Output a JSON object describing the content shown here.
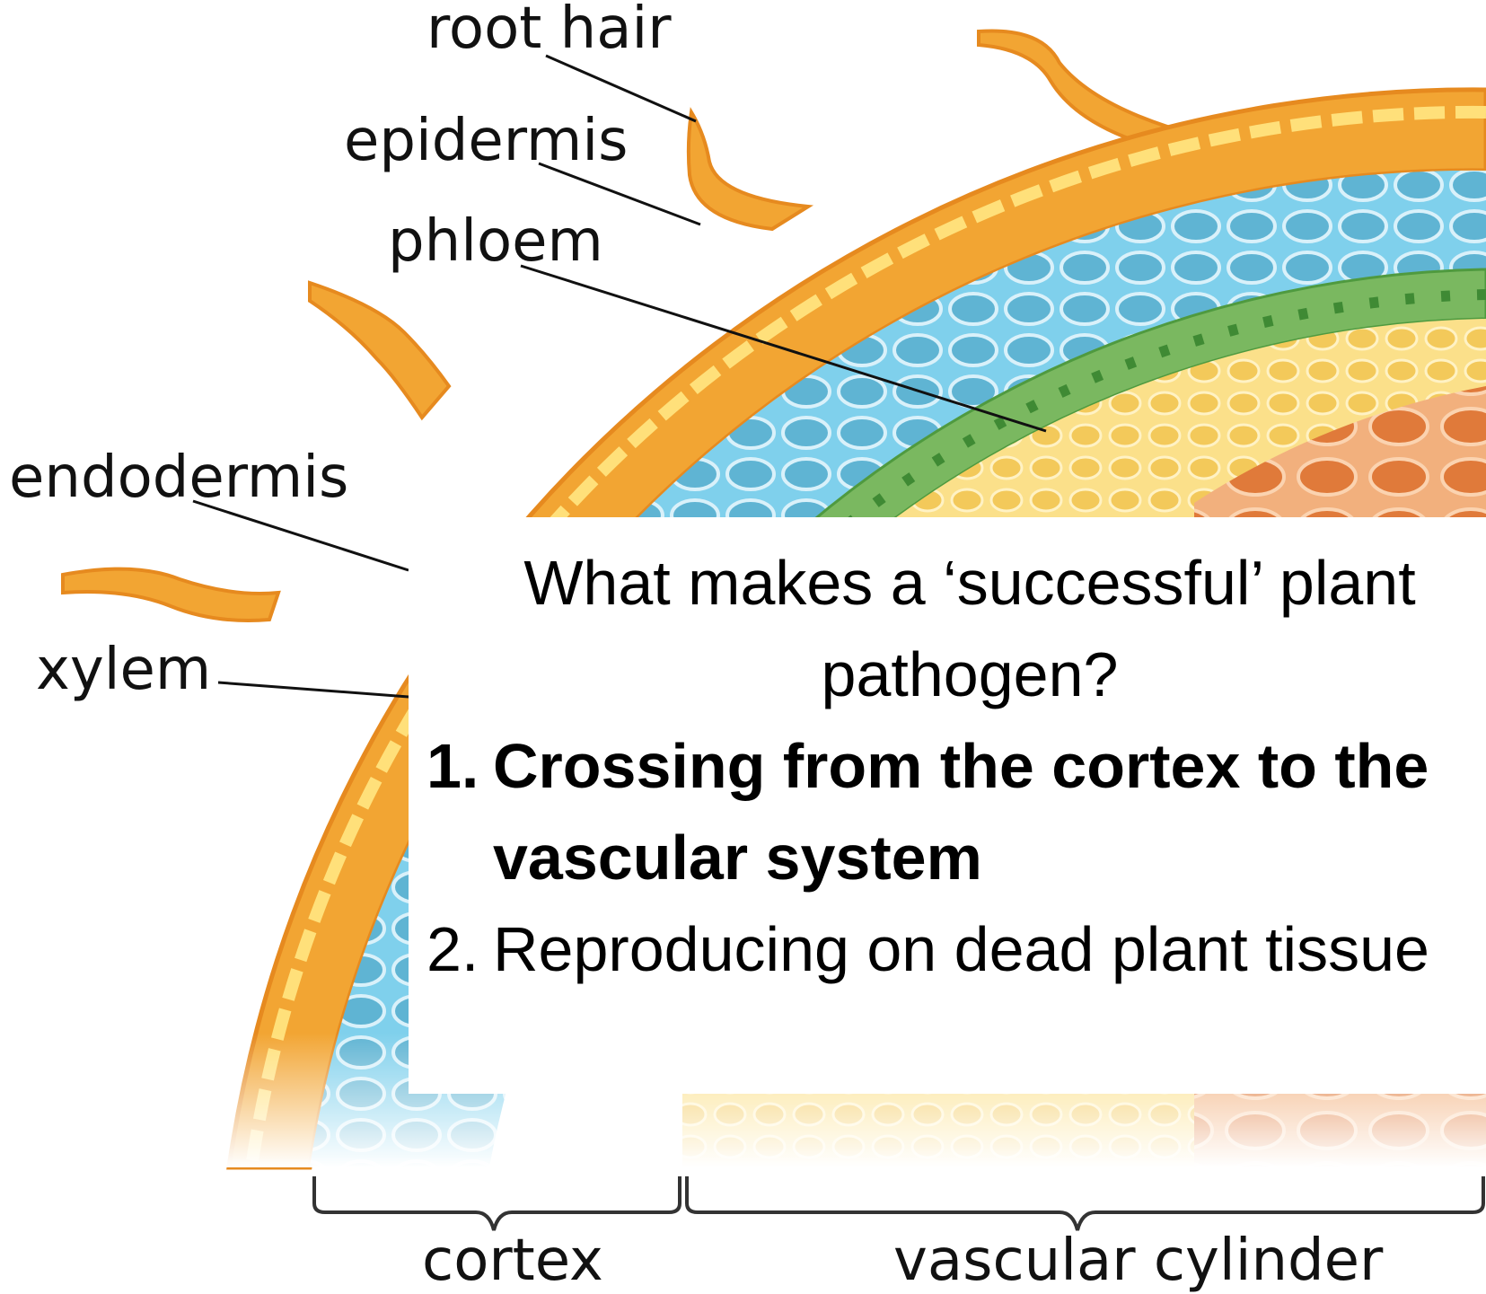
{
  "labels": {
    "root_hair": "root hair",
    "epidermis": "epidermis",
    "phloem": "phloem",
    "endodermis": "endodermis",
    "xylem": "xylem",
    "cortex": "cortex",
    "vascular_cylinder": "vascular cylinder"
  },
  "question": {
    "title": "What makes a ‘successful’ plant pathogen?",
    "items": [
      {
        "number": "1.",
        "text": "Crossing from the cortex to the vascular system",
        "bold": true
      },
      {
        "number": "2.",
        "text": "Reproducing on dead plant tissue",
        "bold": false
      }
    ]
  },
  "colors": {
    "epidermis": "#f2a533",
    "cortex": "#5fb4d3",
    "endodermis": "#7ab860",
    "vascular_outer": "#f3c95a",
    "vascular_inner": "#e07a3a"
  }
}
